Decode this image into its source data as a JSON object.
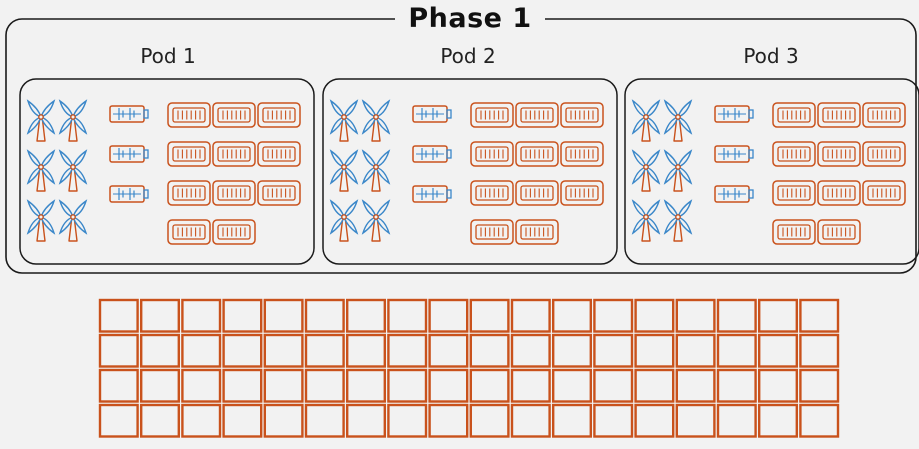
{
  "phase": {
    "title": "Phase 1"
  },
  "pods": [
    {
      "label": "Pod 1",
      "turbine_count": 6,
      "battery_count": 3,
      "container_count": 11
    },
    {
      "label": "Pod 2",
      "turbine_count": 6,
      "battery_count": 3,
      "container_count": 11
    },
    {
      "label": "Pod 3",
      "turbine_count": 6,
      "battery_count": 3,
      "container_count": 11
    }
  ],
  "expansion_grid": {
    "rows": 4,
    "columns": 18
  },
  "icons": {
    "turbine": "wind-turbine-icon",
    "battery": "battery-icon",
    "container": "container-icon",
    "expansion_box": "empty-box-icon"
  },
  "colors": {
    "background": "#f2f2f2",
    "outline": "#1a1a1a",
    "turbine_blade": "#3a87c9",
    "turbine_tower": "#c9521c",
    "battery_body": "#c9521c",
    "battery_symbol": "#3a87c9",
    "container": "#c9521c",
    "expansion_box": "#c9521c"
  }
}
